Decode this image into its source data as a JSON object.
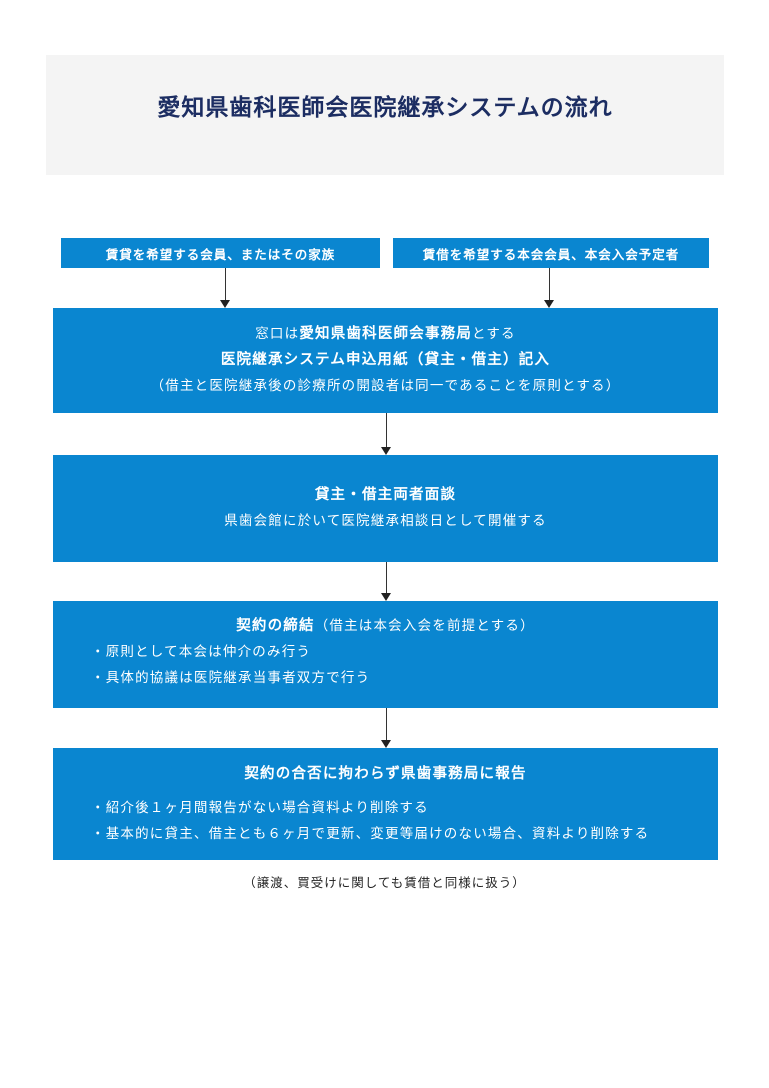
{
  "title": "愛知県歯科医師会医院継承システムの流れ",
  "top_left": "賃貸を希望する会員、またはその家族",
  "top_right": "賃借を希望する本会会員、本会入会予定者",
  "step1": {
    "line1_prefix": "窓口は",
    "line1_bold": "愛知県歯科医師会事務局",
    "line1_suffix": "とする",
    "line2": "医院継承システム申込用紙（貸主・借主）記入",
    "line3": "（借主と医院継承後の診療所の開設者は同一であることを原則とする）"
  },
  "step2": {
    "heading": "貸主・借主両者面談",
    "text": "県歯会館に於いて医院継承相談日として開催する"
  },
  "step3": {
    "heading": "契約の締結",
    "heading_note": "（借主は本会入会を前提とする）",
    "bullets": [
      "・原則として本会は仲介のみ行う",
      "・具体的協議は医院継承当事者双方で行う"
    ]
  },
  "step4": {
    "heading": "契約の合否に拘わらず県歯事務局に報告",
    "bullets": [
      "・紹介後１ヶ月間報告がない場合資料より削除する",
      "・基本的に貸主、借主とも６ヶ月で更新、変更等届けのない場合、資料より削除する"
    ]
  },
  "note": "（譲渡、買受けに関しても賃借と同様に扱う）"
}
